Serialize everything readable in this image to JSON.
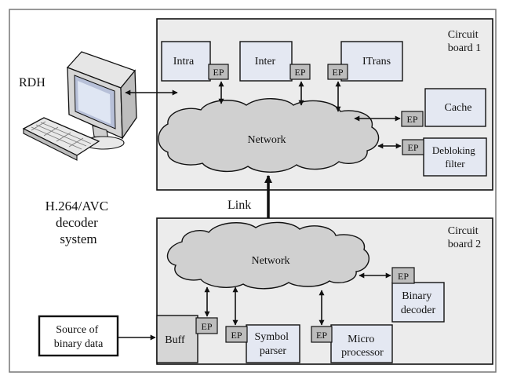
{
  "diagram": {
    "system_label": [
      "H.264/AVC",
      "decoder",
      "system"
    ],
    "rdh_label": "RDH",
    "link_label": "Link",
    "board1": {
      "title": [
        "Circuit",
        "board 1"
      ],
      "network_label": "Network",
      "modules": {
        "intra": "Intra",
        "inter": "Inter",
        "itrans": "ITrans",
        "cache": "Cache",
        "deblocking": [
          "Debloking",
          "filter"
        ]
      }
    },
    "board2": {
      "title": [
        "Circuit",
        "board 2"
      ],
      "network_label": "Network",
      "modules": {
        "buff": "Buff",
        "symbol_parser": [
          "Symbol",
          "parser"
        ],
        "micro_processor": [
          "Micro",
          "processor"
        ],
        "binary_decoder": [
          "Binary",
          "decoder"
        ]
      }
    },
    "source_box": [
      "Source of",
      "binary data"
    ],
    "ep_label": "EP"
  },
  "colors": {
    "board_fill": "#ececec",
    "module_fill": "#e4e8f2",
    "ep_fill": "#bdbdbd",
    "cloud_fill": "#d0d0d0",
    "stroke": "#111111"
  }
}
